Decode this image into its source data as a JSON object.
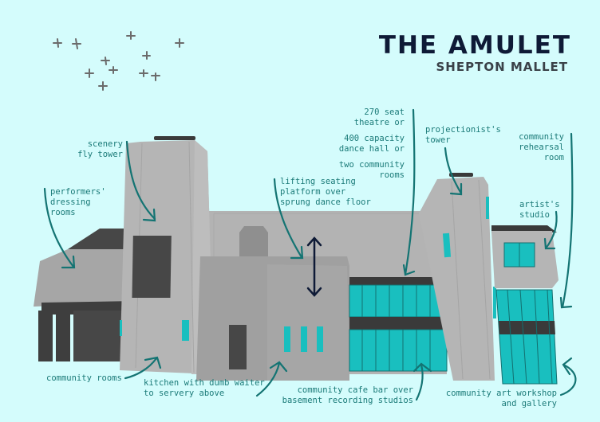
{
  "header": {
    "title": "THE AMULET",
    "subtitle": "SHEPTON MALLET"
  },
  "colors": {
    "background": "#d4fcfc",
    "building_light": "#b5b5b5",
    "building_mid": "#a2a2a2",
    "building_dark": "#474747",
    "glass": "#19bfbf",
    "annotation": "#147473",
    "title": "#0e1a36",
    "double_arrow": "#0e1a36"
  },
  "labels": {
    "scenery_fly_tower": "scenery\nfly tower",
    "performers_dressing_rooms": "performers'\ndressing\nrooms",
    "lifting_seating_platform": "lifting seating\nplatform over\nsprung dance floor",
    "theatre": "270 seat\ntheatre or",
    "dance_hall": "400 capacity\ndance hall or",
    "community_rooms_two": "two community\nrooms",
    "projectionists_tower": "projectionist's\ntower",
    "community_rehearsal_room": "community\nrehearsal\nroom",
    "artists_studio": "artist's\nstudio",
    "community_rooms": "community rooms",
    "kitchen": "kitchen with dumb waiter\nto servery above",
    "cafe_bar": "community cafe bar over\nbasement recording studios",
    "art_workshop": "community art workshop\nand gallery"
  },
  "birds": {
    "count": 12
  }
}
